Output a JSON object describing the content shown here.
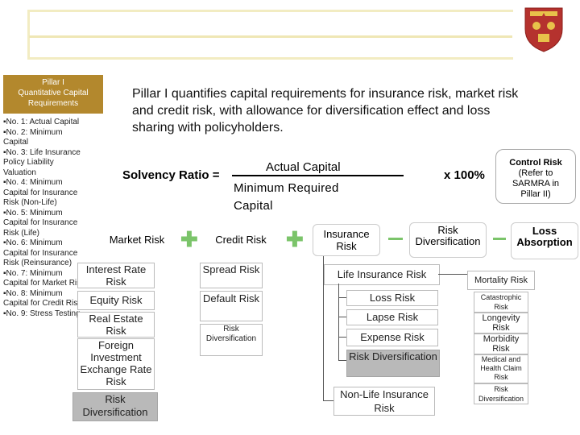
{
  "header": {
    "pillar_lines": [
      "Pillar I",
      "Quantitative Capital",
      "Requirements"
    ]
  },
  "sidebar": {
    "items": [
      "▪No. 1: Actual Capital",
      "▪No. 2: Minimum",
      " Capital",
      "▪No. 3: Life Insurance",
      " Policy Liability",
      " Valuation",
      "▪No. 4: Minimum",
      " Capital for Insurance",
      " Risk (Non-Life)",
      "▪No. 5: Minimum",
      " Capital for Insurance",
      " Risk (Life)",
      "▪No. 6: Minimum",
      " Capital for Insurance",
      " Risk (Reinsurance)",
      "▪No. 7: Minimum",
      " Capital for Market Risk",
      "▪No. 8: Minimum",
      " Capital for Credit Risk",
      "▪No. 9: Stress Testing"
    ]
  },
  "intro_text": "Pillar I quantifies capital requirements for insurance risk, market risk and credit risk, with allowance for diversification effect and loss sharing with policyholders.",
  "formula": {
    "label": "Solvency Ratio =",
    "numerator": "Actual Capital",
    "denominator": "Minimum Required Capital",
    "multiplier": "x 100%"
  },
  "control_risk": {
    "title": "Control Risk",
    "note": "(Refer to SARMRA in Pillar II)"
  },
  "categories": {
    "market": "Market Risk",
    "credit": "Credit Risk",
    "insurance": "Insurance Risk",
    "risk_div": "Risk Diversification",
    "loss_abs": "Loss Absorption"
  },
  "market_items": [
    "Interest Rate Risk",
    "Equity Risk",
    "Real Estate Risk",
    "Foreign Investment Exchange Rate Risk",
    "Risk Diversification"
  ],
  "credit_items": [
    "Spread Risk",
    "Default Risk",
    "Risk Diversification"
  ],
  "insurance_items": {
    "life": "Life Insurance Risk",
    "life_sub": [
      "Loss Risk",
      "Lapse Risk",
      "Expense Risk",
      "Risk Diversification"
    ],
    "nonlife": "Non-Life Insurance Risk"
  },
  "life_detail": [
    "Mortality Risk",
    "Catastrophic Risk",
    "Longevity Risk",
    "Morbidity Risk",
    "Medical and Health Claim Risk",
    "Risk Diversification"
  ]
}
